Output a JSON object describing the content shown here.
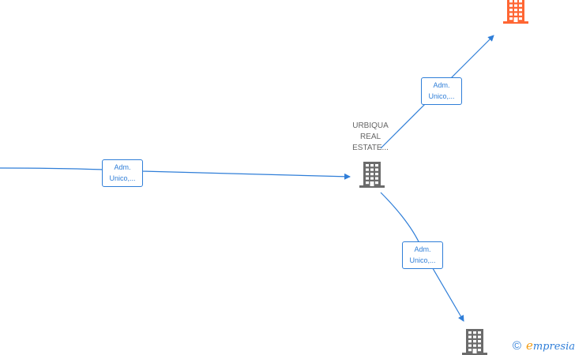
{
  "diagram": {
    "center_node": {
      "label_lines": [
        "URBIQUA",
        "REAL",
        "ESTATE..."
      ],
      "icon": "building-icon",
      "icon_color": "#6b6b6b"
    },
    "nodes": [
      {
        "id": "top-right",
        "icon": "building-icon",
        "icon_color": "#ff6633"
      },
      {
        "id": "bottom",
        "icon": "building-icon",
        "icon_color": "#6b6b6b"
      }
    ],
    "relations": [
      {
        "id": "left",
        "line1": "Adm.",
        "line2": "Unico,..."
      },
      {
        "id": "top",
        "line1": "Adm.",
        "line2": "Unico,..."
      },
      {
        "id": "bottom",
        "line1": "Adm.",
        "line2": "Unico,..."
      }
    ],
    "edge_color": "#2f7ed8"
  },
  "footer": {
    "copyright_symbol": "©",
    "brand_initial": "e",
    "brand_rest": "mpresia",
    "brand_color": "#2f7ed8",
    "brand_accent": "#f39c12"
  }
}
